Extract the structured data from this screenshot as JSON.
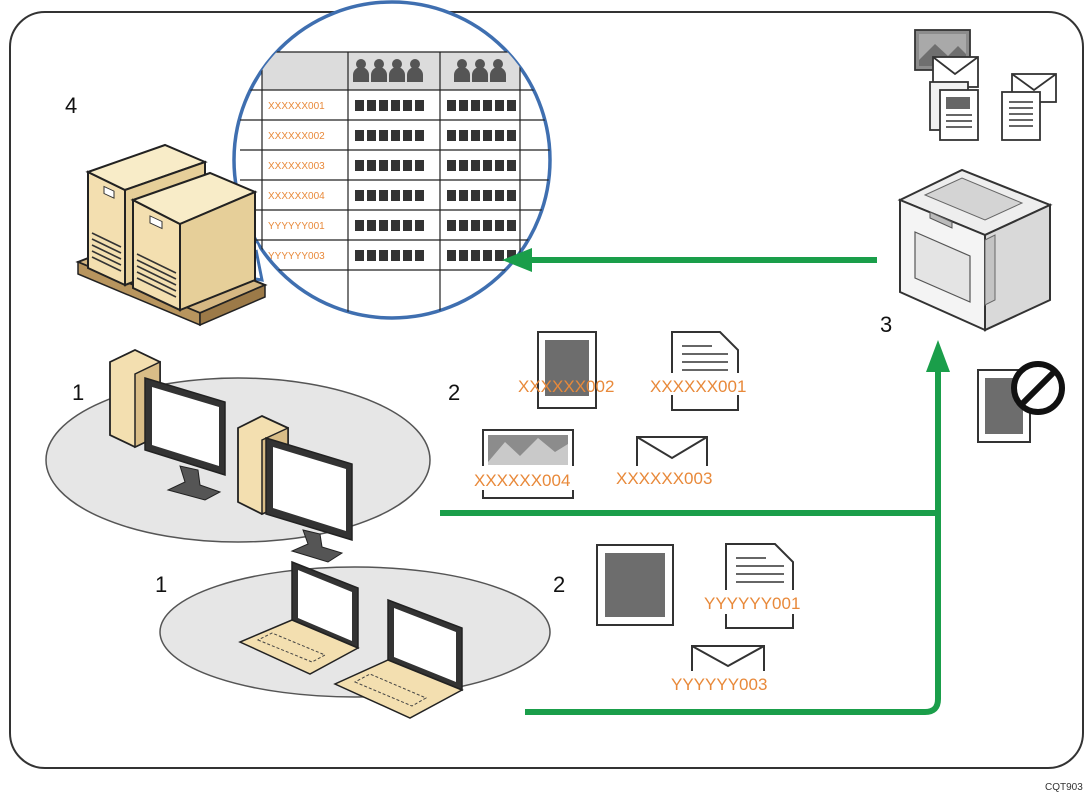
{
  "numbers": {
    "pcs_group": "1",
    "laptops_group": "1",
    "pcs_jobs": "2",
    "laptops_jobs": "2",
    "printer": "3",
    "server": "4"
  },
  "table": {
    "rows": [
      "XXXXXX001",
      "XXXXXX002",
      "XXXXXX003",
      "XXXXXX004",
      "YYYYYY001",
      "YYYYYY003"
    ]
  },
  "pc_jobs": {
    "photo_job": "XXXXXX002",
    "text_job": "XXXXXX001",
    "image_job": "XXXXXX004",
    "mail_job": "XXXXXX003"
  },
  "laptop_jobs": {
    "text_job": "YYYYYY001",
    "mail_job": "YYYYYY003"
  },
  "colors": {
    "arrow": "#1a9e4a",
    "code_text": "#e8893a",
    "table_border": "#3f6fb0",
    "server_body": "#f3dfb0",
    "frame": "#333333"
  },
  "icons": {
    "server": "server-icon",
    "printer": "printer-icon",
    "desktop": "desktop-pc-icon",
    "laptop": "laptop-icon",
    "users": "user-group-icon",
    "prohibited": "prohibited-icon"
  },
  "reference_code": "CQT903"
}
